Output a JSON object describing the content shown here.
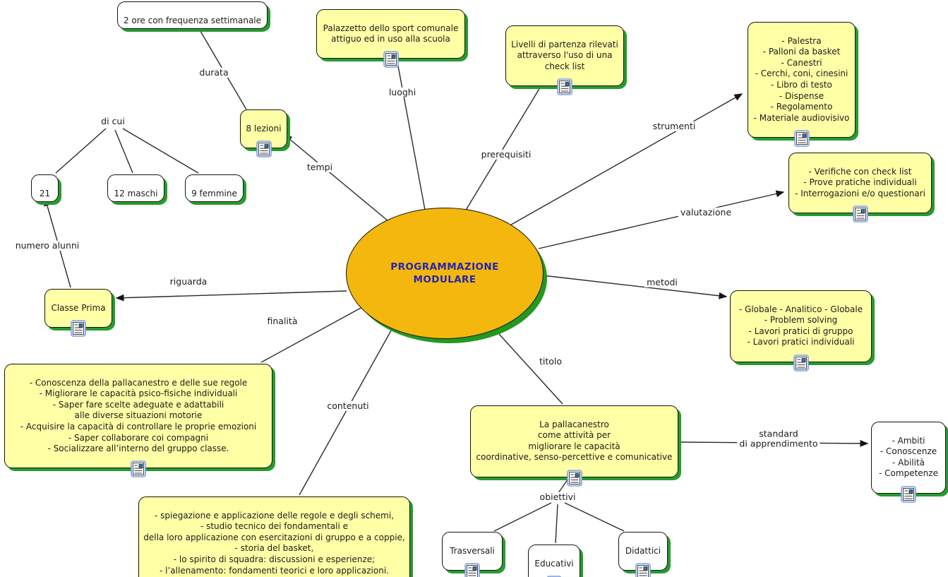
{
  "center": {
    "text": "PROGRAMMAZIONE\nMODULARE"
  },
  "nodes": {
    "due_ore": {
      "text": "2 ore con frequenza settimanale"
    },
    "otto_lezioni": {
      "text": "8 lezioni"
    },
    "ventuno": {
      "text": "21"
    },
    "maschi": {
      "text": "12 maschi"
    },
    "femmine": {
      "text": "9 femmine"
    },
    "classe_prima": {
      "text": "Classe Prima"
    },
    "palazzetto": {
      "text": "Palazzetto dello sport comunale\nattiguo ed in uso alla scuola"
    },
    "livelli": {
      "text": "Livelli di partenza rilevati\nattraverso l'uso di una\ncheck list"
    },
    "strumenti": {
      "text": "- Palestra\n- Palloni da basket\n- Canestri\n- Cerchi, coni, cinesini\n- Libro di testo\n- Dispense\n- Regolamento\n- Materiale audiovisivo"
    },
    "valutazione": {
      "text": "- Verifiche con check list\n- Prove pratiche individuali\n- Interrogazioni e/o questionari"
    },
    "metodi": {
      "text": "- Globale - Analitico - Globale\n- Problem solving\n- Lavori pratici di gruppo\n- Lavori pratici individuali"
    },
    "finalita": {
      "text": "- Conoscenza della pallacanestro e delle sue regole\n- Migliorare le capacità psico-fisiche individuali\n- Saper fare scelte adeguate e adattabili\nalle diverse situazioni motorie\n- Acquisire la capacità di controllare le proprie emozioni\n- Saper collaborare coi compagni\n- Socializzare all’interno del gruppo classe."
    },
    "contenuti": {
      "text": "- spiegazione e applicazione delle regole e degli schemi,\n- studio tecnico dei fondamentali e\ndella loro applicazione con esercitazioni di gruppo e a coppie,\n- storia del basket,\n- lo spirito di squadra: discussioni e esperienze;\n- l’allenamento: fondamenti teorici e loro applicazioni."
    },
    "titolo": {
      "text": "La pallacanestro\ncome attività per\nmigliorare le capacità\ncoordinative, senso-percettive e comunicative"
    },
    "ambiti": {
      "text": "- Ambiti\n- Conoscenze\n- Abilità\n- Competenze"
    },
    "trasversali": {
      "text": "Trasversali"
    },
    "educativi": {
      "text": "Educativi"
    },
    "didattici": {
      "text": "Didattici"
    }
  },
  "labels": {
    "durata": "durata",
    "di_cui": "di cui",
    "tempi": "tempi",
    "luoghi": "luoghi",
    "prerequisiti": "prerequisiti",
    "strumenti": "strumenti",
    "valutazione": "valutazione",
    "metodi": "metodi",
    "riguarda": "riguarda",
    "numero_alunni": "numero alunni",
    "finalita": "finalità",
    "contenuti": "contenuti",
    "titolo": "titolo",
    "standard": "standard\ndi apprendimento",
    "obiettivi": "obiettivi"
  },
  "colors": {
    "node_yellow": "#ffffa6",
    "node_white": "#ffffff",
    "shadow_green": "#279b2f",
    "ellipse_gold": "#f3b70e",
    "center_text_blue": "#2424b4",
    "line_black": "#2a2a2a"
  }
}
